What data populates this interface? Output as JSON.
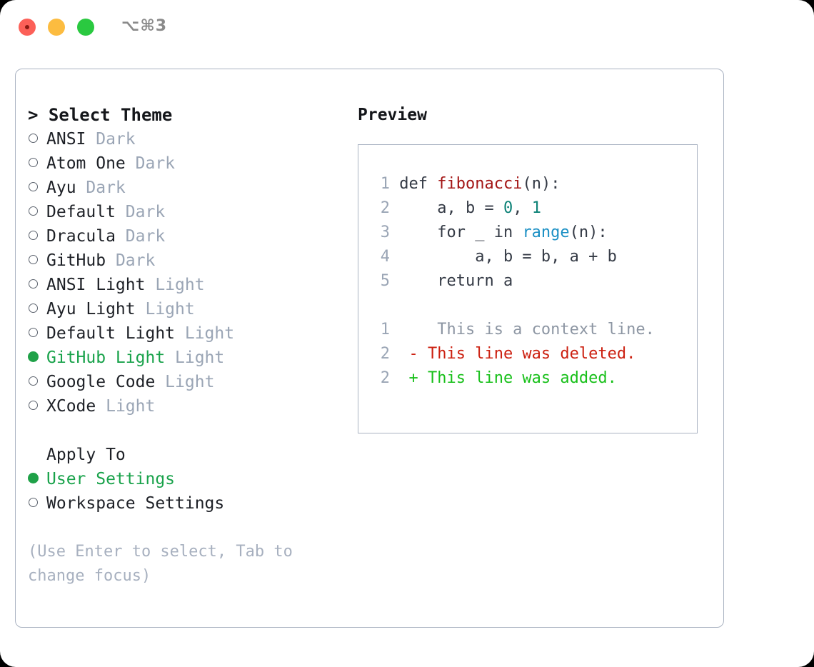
{
  "titlebar": {
    "shortcut": "⌥⌘3",
    "buttons": [
      "close",
      "minimize",
      "maximize"
    ]
  },
  "theme_picker": {
    "heading": "> Select Theme",
    "items": [
      {
        "marker": "hollow",
        "name": "ANSI",
        "badge": "Dark",
        "selected": false
      },
      {
        "marker": "hollow",
        "name": "Atom One",
        "badge": "Dark",
        "selected": false
      },
      {
        "marker": "hollow",
        "name": "Ayu",
        "badge": "Dark",
        "selected": false
      },
      {
        "marker": "hollow",
        "name": "Default",
        "badge": "Dark",
        "selected": false
      },
      {
        "marker": "hollow",
        "name": "Dracula",
        "badge": "Dark",
        "selected": false
      },
      {
        "marker": "hollow",
        "name": "GitHub",
        "badge": "Dark",
        "selected": false
      },
      {
        "marker": "hollow",
        "name": "ANSI Light",
        "badge": "Light",
        "selected": false
      },
      {
        "marker": "hollow",
        "name": "Ayu Light",
        "badge": "Light",
        "selected": false
      },
      {
        "marker": "hollow",
        "name": "Default Light",
        "badge": "Light",
        "selected": false
      },
      {
        "marker": "filled",
        "name": "GitHub Light",
        "badge": "Light",
        "selected": true
      },
      {
        "marker": "hollow",
        "name": "Google Code",
        "badge": "Light",
        "selected": false
      },
      {
        "marker": "hollow",
        "name": "XCode",
        "badge": "Light",
        "selected": false
      }
    ]
  },
  "apply_to": {
    "label": "Apply To",
    "items": [
      {
        "marker": "filled",
        "name": "User Settings",
        "selected": true
      },
      {
        "marker": "hollow",
        "name": "Workspace Settings",
        "selected": false
      }
    ]
  },
  "hint": "(Use Enter to select, Tab to change focus)",
  "preview": {
    "title": "Preview",
    "code_lines": [
      {
        "num": "1",
        "tokens": [
          {
            "t": "def ",
            "c": "plain"
          },
          {
            "t": "fibonacci",
            "c": "fn"
          },
          {
            "t": "(n):",
            "c": "plain"
          }
        ]
      },
      {
        "num": "2",
        "tokens": [
          {
            "t": "    a, b = ",
            "c": "plain"
          },
          {
            "t": "0",
            "c": "num"
          },
          {
            "t": ", ",
            "c": "plain"
          },
          {
            "t": "1",
            "c": "num"
          }
        ]
      },
      {
        "num": "3",
        "tokens": [
          {
            "t": "    for _ in ",
            "c": "plain"
          },
          {
            "t": "range",
            "c": "call"
          },
          {
            "t": "(n):",
            "c": "plain"
          }
        ]
      },
      {
        "num": "4",
        "tokens": [
          {
            "t": "        a, b = b, a + b",
            "c": "plain"
          }
        ]
      },
      {
        "num": "5",
        "tokens": [
          {
            "t": "    return a",
            "c": "plain"
          }
        ]
      }
    ],
    "diff_lines": [
      {
        "num": "1",
        "sign": " ",
        "text": "  This is a context line.",
        "kind": "ctx"
      },
      {
        "num": "2",
        "sign": "-",
        "text": " This line was deleted.",
        "kind": "del"
      },
      {
        "num": "2",
        "sign": "+",
        "text": " This line was added.",
        "kind": "add"
      }
    ]
  },
  "colors": {
    "accent_green": "#18a24a",
    "badge_gray": "#9aa5b5",
    "border": "#aab3c2",
    "fn_red": "#a31515",
    "number_teal": "#0d8277",
    "call_blue": "#1a8fc4",
    "diff_del_red": "#cc2010",
    "diff_add_green": "#18c01a",
    "hint_gray": "#a7b0bf"
  }
}
